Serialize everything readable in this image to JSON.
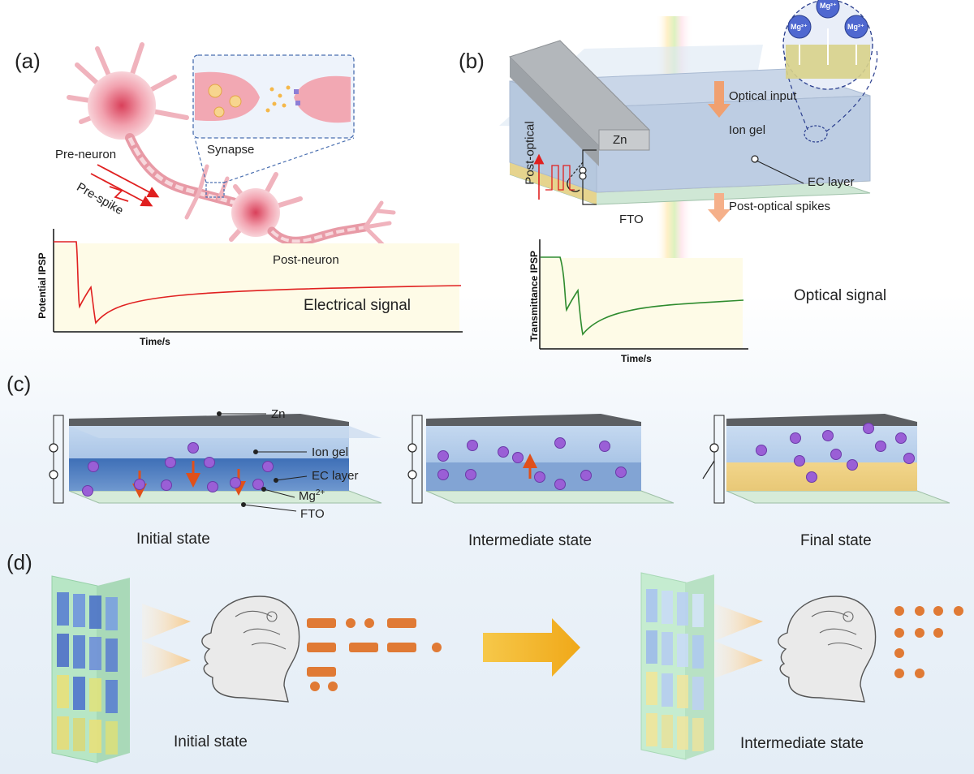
{
  "panels": {
    "a": "(a)",
    "b": "(b)",
    "c": "(c)",
    "d": "(d)"
  },
  "panel_a": {
    "pre_neuron": "Pre-neuron",
    "pre_spike": "Pre-spike",
    "synapse": "Synapse",
    "post_neuron": "Post-neuron",
    "y_label": "Potential IPSP",
    "x_label": "Time/s",
    "signal": "Electrical signal",
    "curve_color": "#e02020"
  },
  "panel_b": {
    "mg_ions": [
      "Mg²⁺",
      "Mg²⁺",
      "Mg²⁺"
    ],
    "zn": "Zn",
    "optical_input": "Optical input",
    "ion_gel": "Ion gel",
    "ec_layer": "EC layer",
    "post_optical": "Post-optical",
    "post_optical_spikes": "Post-optical spikes",
    "fto": "FTO",
    "y_label": "Transmittance IPSP",
    "x_label": "Time/s",
    "signal": "Optical signal",
    "curve_color": "#2e8b2e"
  },
  "panel_c": {
    "zn": "Zn",
    "ion_gel": "Ion gel",
    "ec_layer": "EC layer",
    "mg": "Mg",
    "mg_sup": "2+",
    "fto": "FTO",
    "states": [
      "Initial state",
      "Intermediate state",
      "Final state"
    ],
    "ion_color": "#9a5fd6"
  },
  "panel_d": {
    "states": [
      "Initial state",
      "Intermediate state"
    ],
    "dash_color": "#e07a35",
    "arrow_color": "#f2b518"
  }
}
